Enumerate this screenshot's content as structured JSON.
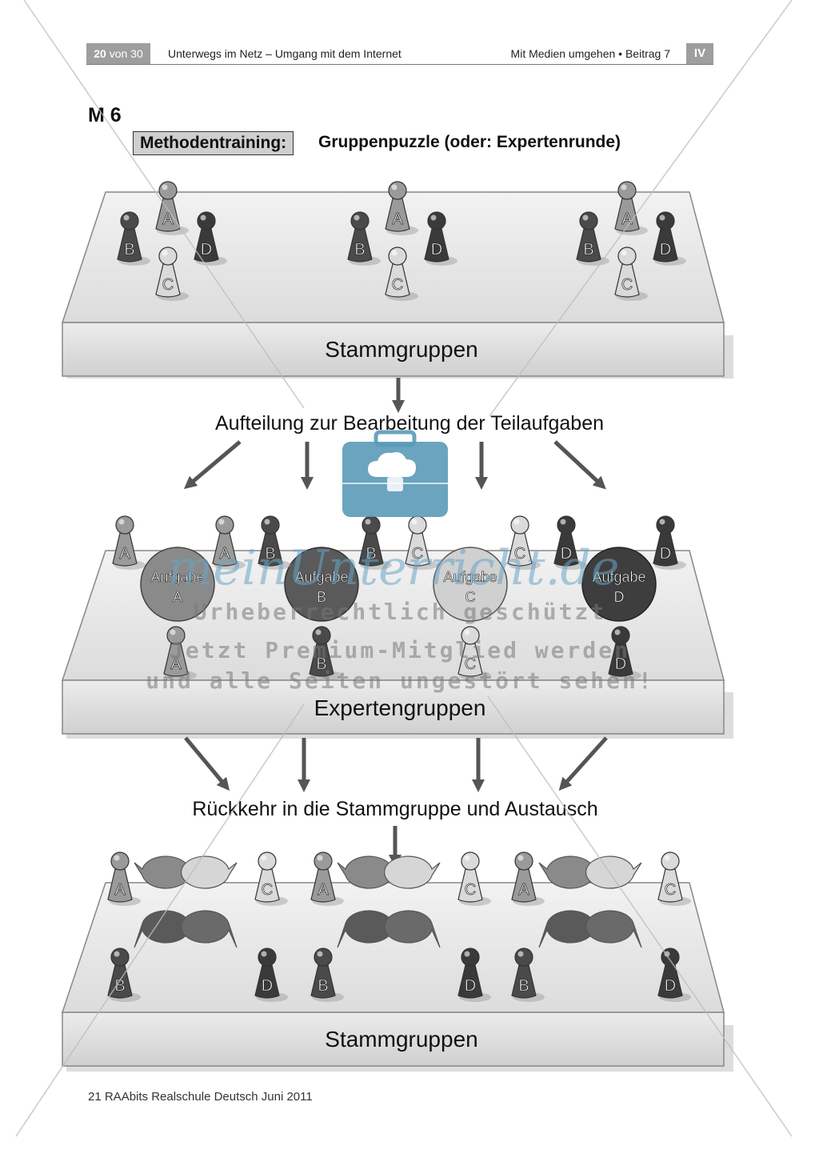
{
  "header": {
    "page_current": "20",
    "page_sep_total": "von 30",
    "title": "Unterwegs im Netz – Umgang mit dem Internet",
    "series": "Mit Medien umgehen • Beitrag 7",
    "level": "IV"
  },
  "section": {
    "label": "M 6",
    "method_label": "Methodentraining:",
    "method_title": "Gruppenpuzzle (oder: Expertenrunde)"
  },
  "diagram": {
    "platform_top_label": "Stammgruppen",
    "step1_text": "Aufteilung zur Bearbeitung der Teilaufgaben",
    "platform_middle_label": "Expertengruppen",
    "step2_text": "Rückkehr in die Stammgruppe und Austausch",
    "platform_bottom_label": "Stammgruppen",
    "pawn_letters": [
      "A",
      "B",
      "C",
      "D"
    ],
    "task_word": "Aufgabe",
    "tasks": [
      "A",
      "B",
      "C",
      "D"
    ]
  },
  "watermark": {
    "site": "meinUnterricht.de",
    "line1": "Urheberrechtlich geschützt",
    "line2": "Jetzt Premium-Mitglied werden",
    "line3": "und alle Seiten ungestört sehen!"
  },
  "footer": {
    "text": "21 RAAbits Realschule Deutsch Juni 2011"
  },
  "colors": {
    "pawn_A": "#9a9a9a",
    "pawn_B": "#4a4a4a",
    "pawn_C": "#dadada",
    "pawn_D": "#3a3a3a",
    "briefcase": "#5a9ab8",
    "watermark_site": "#6aa6c8"
  },
  "icons": [
    "briefcase-cloud-icon"
  ]
}
